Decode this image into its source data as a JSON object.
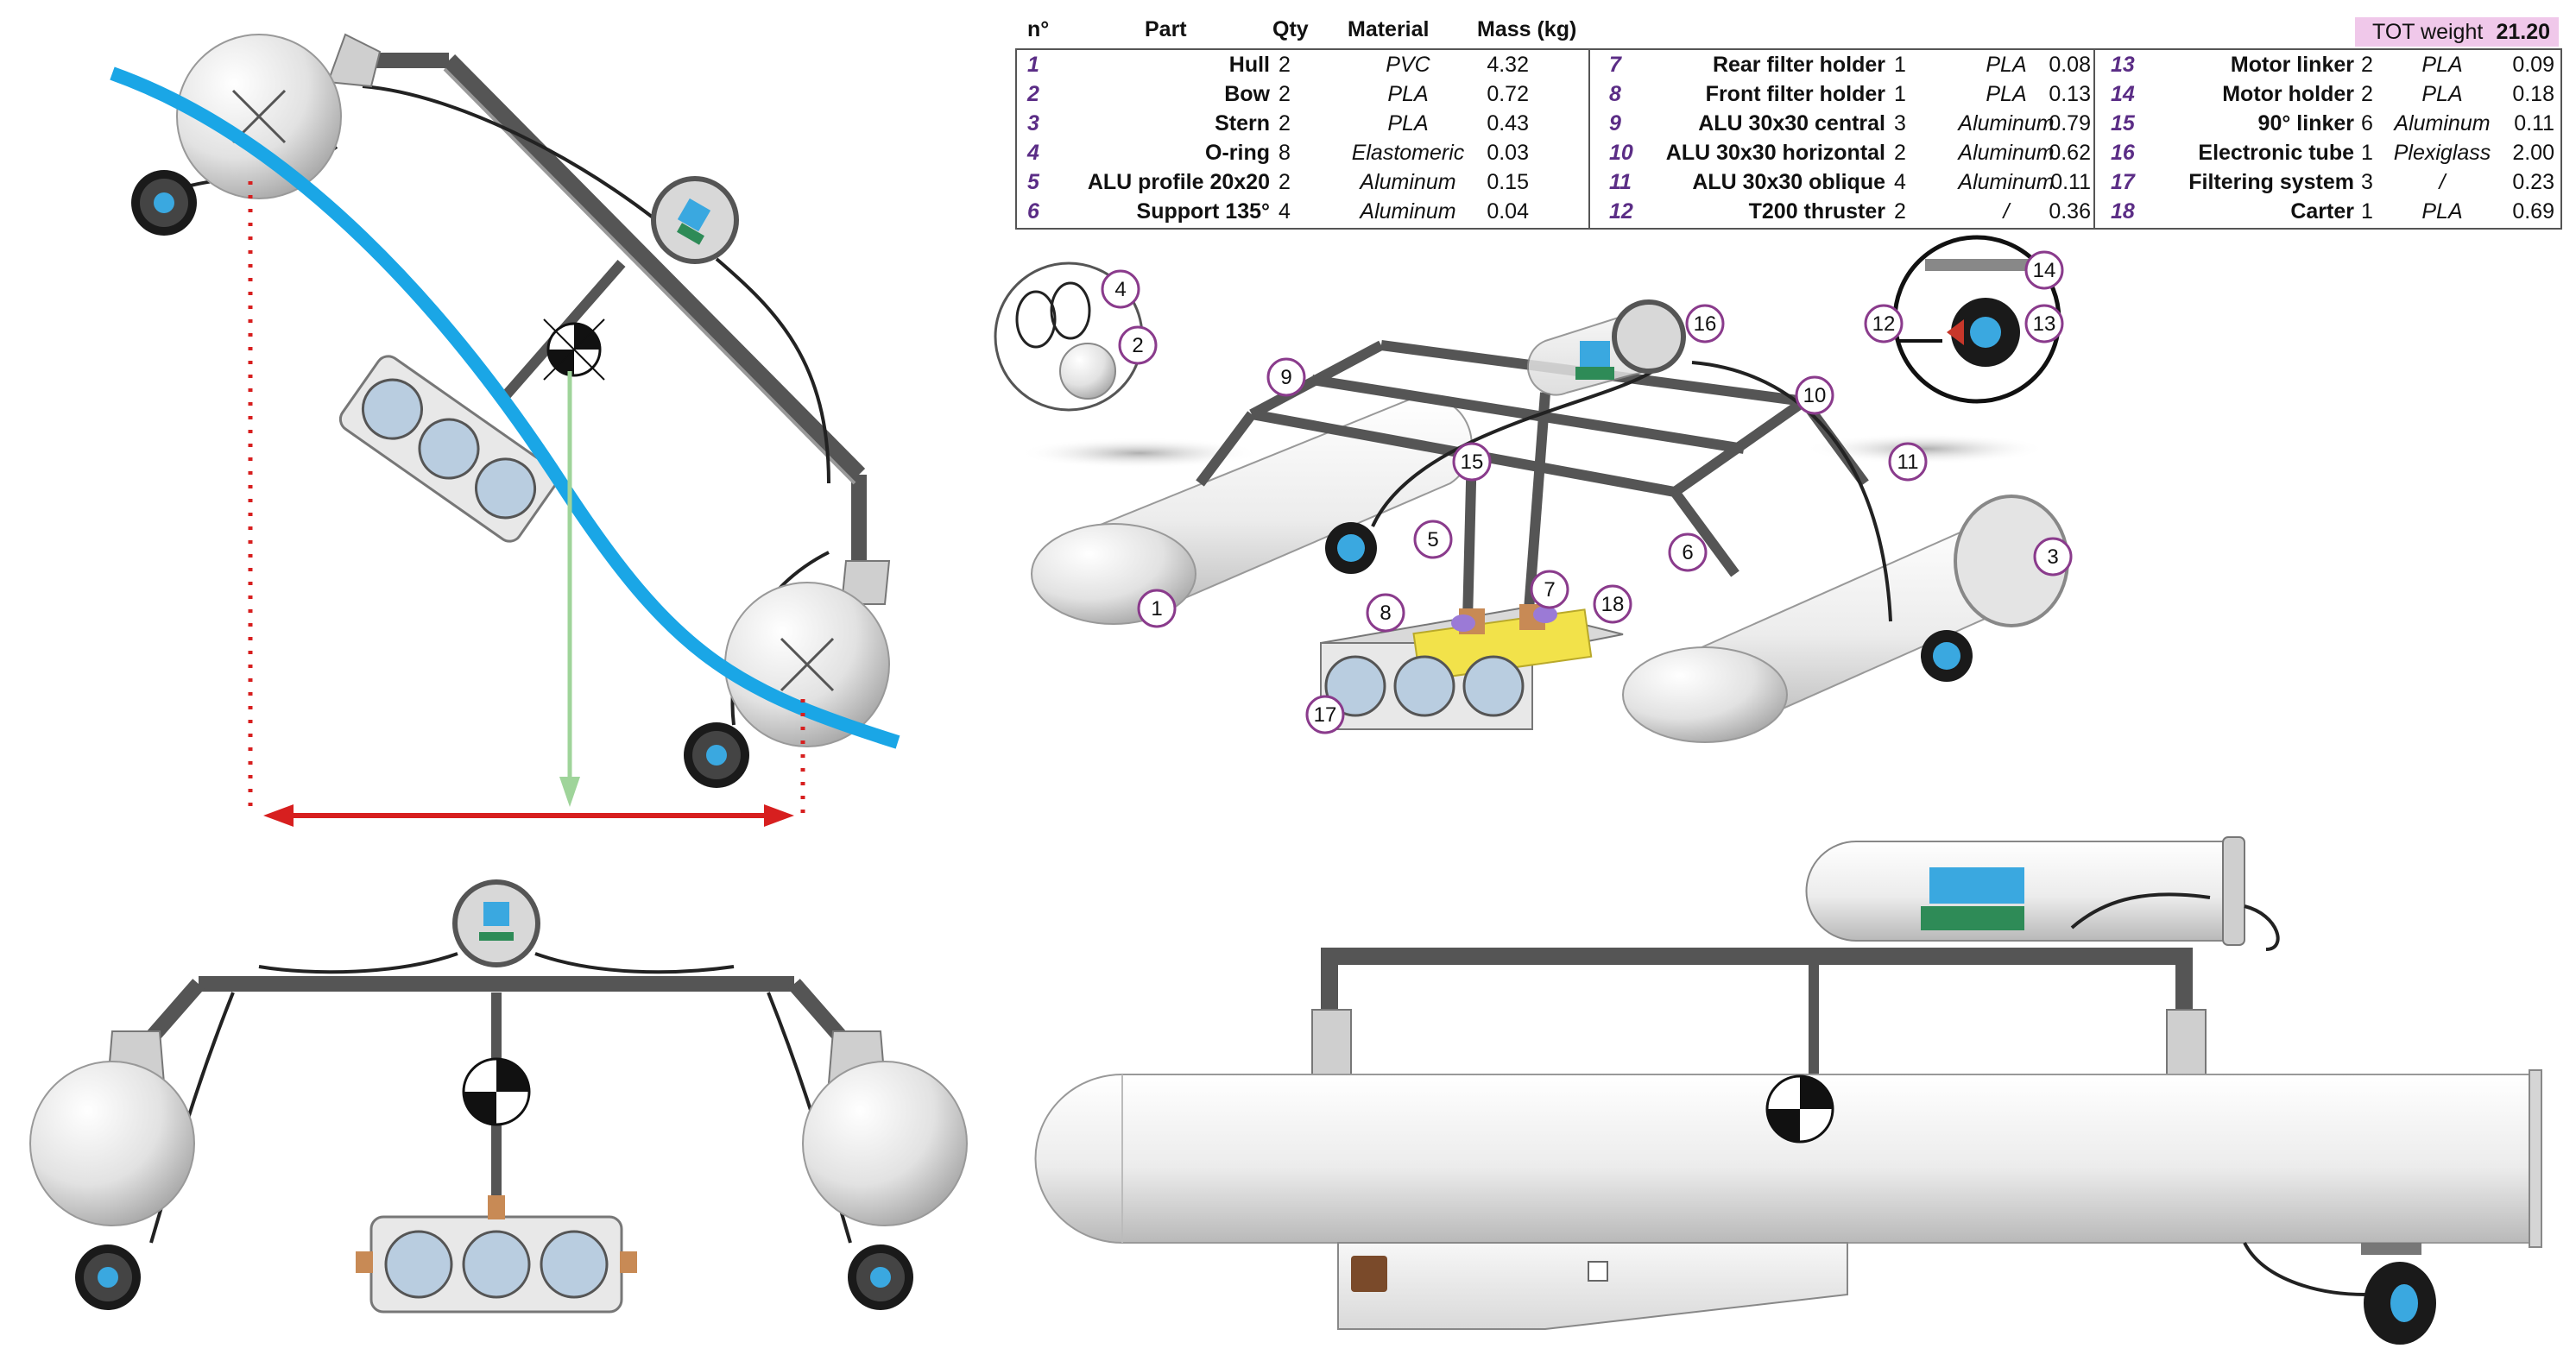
{
  "table": {
    "headers": {
      "index": "n°",
      "part": "Part",
      "qty": "Qty",
      "material": "Material",
      "mass": "Mass (kg)"
    },
    "total": {
      "label": "TOT weight",
      "value": "21.20"
    },
    "columns": [
      [
        {
          "n": "1",
          "part": "Hull",
          "qty": "2",
          "material": "PVC",
          "mass": "4.32"
        },
        {
          "n": "2",
          "part": "Bow",
          "qty": "2",
          "material": "PLA",
          "mass": "0.72"
        },
        {
          "n": "3",
          "part": "Stern",
          "qty": "2",
          "material": "PLA",
          "mass": "0.43"
        },
        {
          "n": "4",
          "part": "O-ring",
          "qty": "8",
          "material": "Elastomeric",
          "mass": "0.03"
        },
        {
          "n": "5",
          "part": "ALU profile 20x20",
          "qty": "2",
          "material": "Aluminum",
          "mass": "0.15"
        },
        {
          "n": "6",
          "part": "Support 135°",
          "qty": "4",
          "material": "Aluminum",
          "mass": "0.04"
        }
      ],
      [
        {
          "n": "7",
          "part": "Rear filter holder",
          "qty": "1",
          "material": "PLA",
          "mass": "0.08"
        },
        {
          "n": "8",
          "part": "Front filter holder",
          "qty": "1",
          "material": "PLA",
          "mass": "0.13"
        },
        {
          "n": "9",
          "part": "ALU 30x30 central",
          "qty": "3",
          "material": "Aluminum",
          "mass": "0.79"
        },
        {
          "n": "10",
          "part": "ALU 30x30 horizontal",
          "qty": "2",
          "material": "Aluminum",
          "mass": "0.62"
        },
        {
          "n": "11",
          "part": "ALU 30x30 oblique",
          "qty": "4",
          "material": "Aluminum",
          "mass": "0.11"
        },
        {
          "n": "12",
          "part": "T200 thruster",
          "qty": "2",
          "material": "/",
          "mass": "0.36"
        }
      ],
      [
        {
          "n": "13",
          "part": "Motor linker",
          "qty": "2",
          "material": "PLA",
          "mass": "0.09"
        },
        {
          "n": "14",
          "part": "Motor holder",
          "qty": "2",
          "material": "PLA",
          "mass": "0.18"
        },
        {
          "n": "15",
          "part": "90° linker",
          "qty": "6",
          "material": "Aluminum",
          "mass": "0.11"
        },
        {
          "n": "16",
          "part": "Electronic tube",
          "qty": "1",
          "material": "Plexiglass",
          "mass": "2.00"
        },
        {
          "n": "17",
          "part": "Filtering system",
          "qty": "3",
          "material": "/",
          "mass": "0.23"
        },
        {
          "n": "18",
          "part": "Carter",
          "qty": "1",
          "material": "PLA",
          "mass": "0.69"
        }
      ]
    ]
  },
  "callouts": {
    "c1": "1",
    "c2": "2",
    "c3": "3",
    "c4": "4",
    "c5": "5",
    "c6": "6",
    "c7": "7",
    "c8": "8",
    "c9": "9",
    "c10": "10",
    "c11": "11",
    "c12": "12",
    "c13": "13",
    "c14": "14",
    "c15": "15",
    "c16": "16",
    "c17": "17",
    "c18": "18"
  },
  "colors": {
    "water_line": "#1aa6e6",
    "buoyancy_arrow": "#d71f1f",
    "weight_arrow": "#9fd49a",
    "callout_ring": "#8a3b8c",
    "index_text": "#5b2d86",
    "total_bg": "#f0c8ea",
    "filter_yellow": "#f2e24a",
    "electronics_blue": "#3aa8e0",
    "electronics_green": "#2e8b57"
  }
}
